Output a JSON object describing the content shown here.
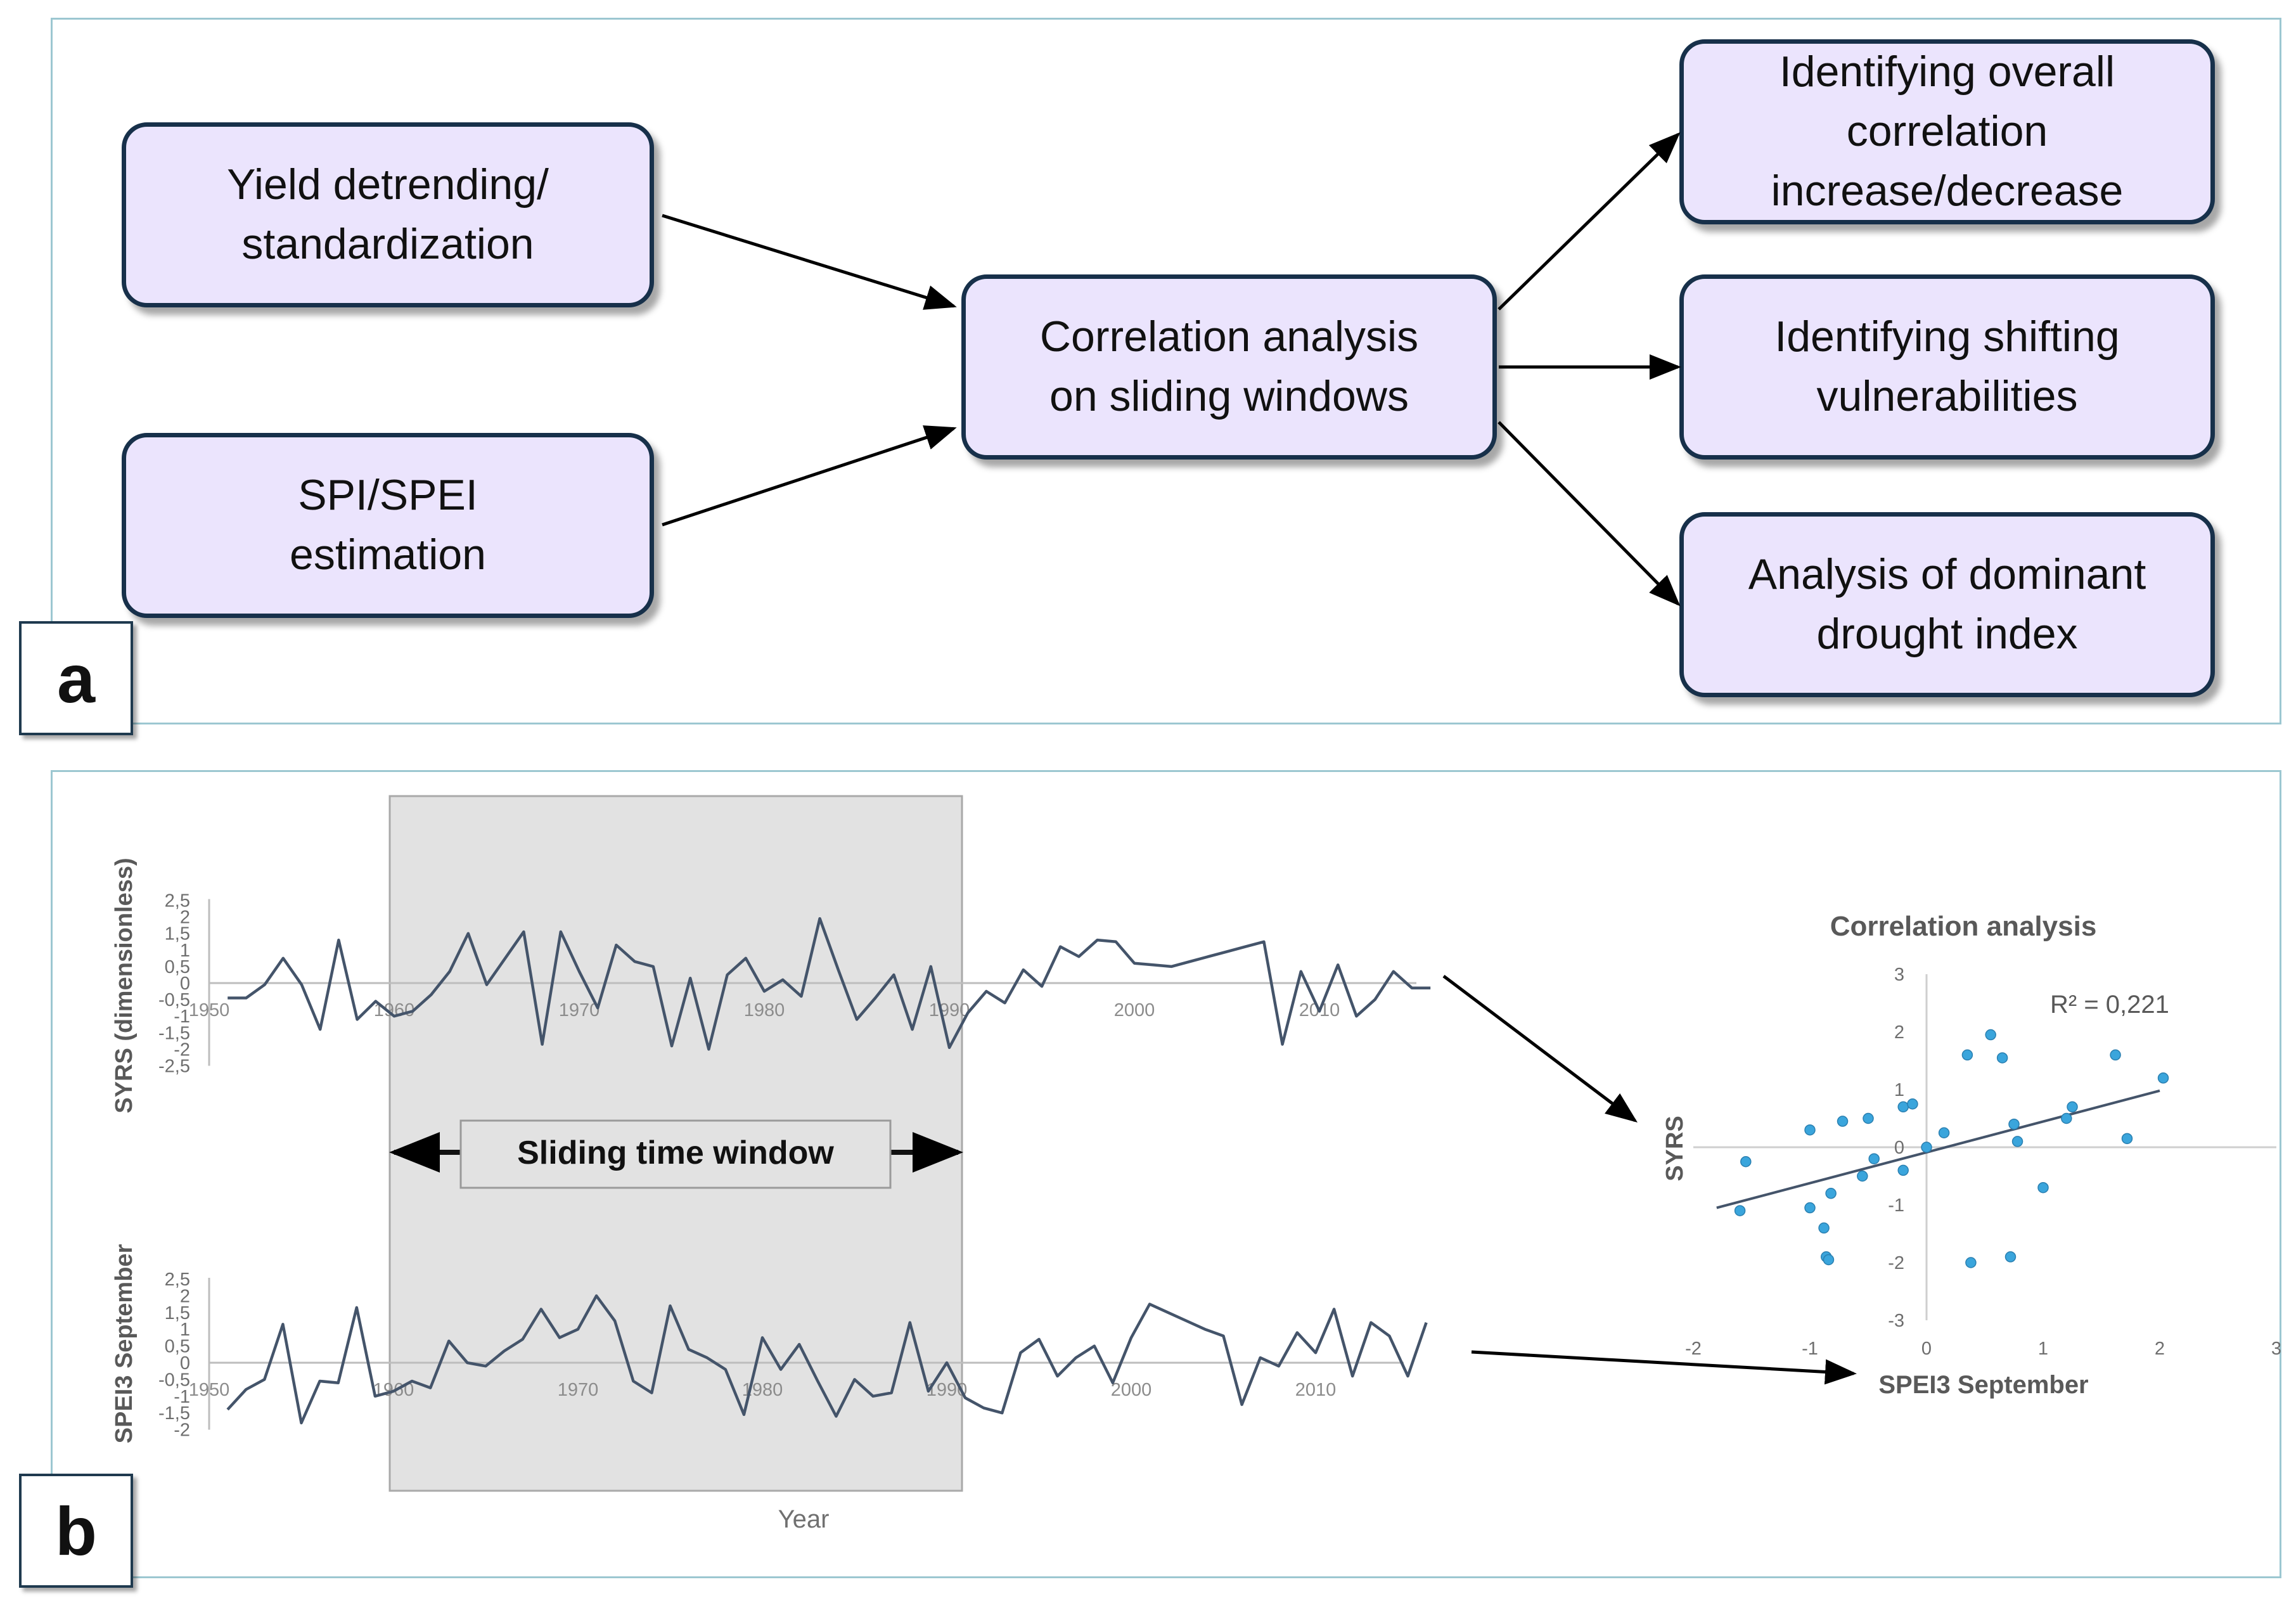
{
  "panel_a": {
    "label": "a",
    "boxes": {
      "yield": "Yield detrending/\nstandardization",
      "spi": "SPI/SPEI\nestimation",
      "corr": "Correlation analysis\non sliding windows",
      "overall": "Identifying overall\ncorrelation\nincrease/decrease",
      "shifting": "Identifying shifting\nvulnerabilities",
      "dominant": "Analysis of dominant\ndrought index"
    }
  },
  "panel_b": {
    "label": "b",
    "sliding_window_label": "Sliding time window",
    "x_axis_label": "Year"
  },
  "chart_data": [
    {
      "type": "line",
      "ylabel": "SYRS (dimensionless)",
      "ylim": [
        -2.5,
        2.5
      ],
      "yticks": [
        "-2,5",
        "-2",
        "-1,5",
        "-1",
        "-0,5",
        "0",
        "0,5",
        "1",
        "1,5",
        "2",
        "2,5"
      ],
      "xticks": [
        "1950",
        "1960",
        "1970",
        "1980",
        "1990",
        "2000",
        "2010"
      ],
      "x": [
        1951,
        1952,
        1953,
        1954,
        1955,
        1956,
        1957,
        1958,
        1959,
        1960,
        1961,
        1962,
        1963,
        1964,
        1965,
        1966,
        1967,
        1968,
        1969,
        1970,
        1971,
        1972,
        1973,
        1974,
        1975,
        1976,
        1977,
        1978,
        1979,
        1980,
        1981,
        1982,
        1983,
        1984,
        1985,
        1986,
        1987,
        1988,
        1989,
        1990,
        1991,
        1992,
        1993,
        1994,
        1995,
        1996,
        1997,
        1998,
        1999,
        2000,
        2001,
        2002,
        2003,
        2004,
        2005,
        2006,
        2007,
        2008,
        2009,
        2010,
        2011,
        2012,
        2013,
        2014,
        2015,
        2016
      ],
      "values": [
        -0.45,
        -0.45,
        -0.05,
        0.75,
        -0.05,
        -1.4,
        1.3,
        -1.1,
        -0.55,
        -1.0,
        -0.85,
        -0.35,
        0.35,
        1.5,
        -0.05,
        0.75,
        1.55,
        -1.85,
        1.55,
        0.35,
        -0.75,
        1.15,
        0.65,
        0.5,
        -1.9,
        0.15,
        -2.0,
        0.25,
        0.75,
        -0.25,
        0.1,
        -0.4,
        1.95,
        0.4,
        -1.1,
        -0.45,
        0.25,
        -1.4,
        0.5,
        -1.95,
        -0.9,
        -0.25,
        -0.6,
        0.4,
        -0.1,
        1.1,
        0.8,
        1.3,
        1.25,
        0.6,
        0.55,
        0.5,
        0.65,
        0.8,
        0.95,
        1.1,
        1.25,
        -1.85,
        0.35,
        -0.85,
        0.55,
        -1.0,
        -0.5,
        0.35,
        -0.15,
        -0.15
      ]
    },
    {
      "type": "line",
      "ylabel": "SPEI3 September",
      "ylim": [
        -2,
        2.5
      ],
      "yticks": [
        "-2",
        "-1,5",
        "-1",
        "-0,5",
        "0",
        "0,5",
        "1",
        "1,5",
        "2",
        "2,5"
      ],
      "xticks": [
        "1950",
        "1960",
        "1970",
        "1980",
        "1990",
        "2000",
        "2010"
      ],
      "x": [
        1951,
        1952,
        1953,
        1954,
        1955,
        1956,
        1957,
        1958,
        1959,
        1960,
        1961,
        1962,
        1963,
        1964,
        1965,
        1966,
        1967,
        1968,
        1969,
        1970,
        1971,
        1972,
        1973,
        1974,
        1975,
        1976,
        1977,
        1978,
        1979,
        1980,
        1981,
        1982,
        1983,
        1984,
        1985,
        1986,
        1987,
        1988,
        1989,
        1990,
        1991,
        1992,
        1993,
        1994,
        1995,
        1996,
        1997,
        1998,
        1999,
        2000,
        2001,
        2002,
        2003,
        2004,
        2005,
        2006,
        2007,
        2008,
        2009,
        2010,
        2011,
        2012,
        2013,
        2014,
        2015,
        2016
      ],
      "values": [
        -1.4,
        -0.8,
        -0.5,
        1.15,
        -1.8,
        -0.55,
        -0.6,
        1.65,
        -1.0,
        -0.85,
        -0.55,
        -0.75,
        0.65,
        0.0,
        -0.1,
        0.35,
        0.7,
        1.6,
        0.75,
        1.0,
        2.0,
        1.25,
        -0.55,
        -0.9,
        1.7,
        0.4,
        0.15,
        -0.2,
        -1.55,
        0.75,
        -0.2,
        0.55,
        -0.55,
        -1.6,
        -0.5,
        -1.0,
        -0.9,
        1.2,
        -0.85,
        0.0,
        -1.05,
        -1.35,
        -1.5,
        0.3,
        0.7,
        -0.4,
        0.15,
        0.5,
        -0.6,
        0.75,
        1.75,
        1.5,
        1.25,
        1.0,
        0.8,
        -1.25,
        0.15,
        -0.1,
        0.9,
        0.3,
        1.6,
        -0.4,
        1.2,
        0.8,
        -0.4,
        1.2
      ]
    },
    {
      "type": "scatter",
      "title": "Correlation analysis",
      "xlabel": "SPEI3 September",
      "ylabel": "SYRS",
      "xlim": [
        -2,
        3
      ],
      "ylim": [
        -3,
        3
      ],
      "xticks": [
        "-2",
        "-1",
        "0",
        "1",
        "2",
        "3"
      ],
      "yticks": [
        "-3",
        "-2",
        "-1",
        "0",
        "1",
        "2",
        "3"
      ],
      "annotation": "R² = 0,221",
      "trendline": {
        "x": [
          -1.8,
          2.0
        ],
        "y": [
          -1.05,
          0.98
        ]
      },
      "points": [
        [
          -1.6,
          -1.1
        ],
        [
          -1.55,
          -0.25
        ],
        [
          -1.0,
          0.3
        ],
        [
          -1.0,
          -1.05
        ],
        [
          -0.88,
          -1.4
        ],
        [
          -0.86,
          -1.9
        ],
        [
          -0.84,
          -1.95
        ],
        [
          -0.82,
          -0.8
        ],
        [
          -0.72,
          0.45
        ],
        [
          -0.55,
          -0.5
        ],
        [
          -0.5,
          0.5
        ],
        [
          -0.45,
          -0.2
        ],
        [
          -0.2,
          0.7
        ],
        [
          -0.2,
          -0.4
        ],
        [
          -0.12,
          0.75
        ],
        [
          0.0,
          0.0
        ],
        [
          0.15,
          0.25
        ],
        [
          0.35,
          1.6
        ],
        [
          0.38,
          -2.0
        ],
        [
          0.55,
          1.95
        ],
        [
          0.65,
          1.55
        ],
        [
          0.72,
          -1.9
        ],
        [
          0.75,
          0.4
        ],
        [
          0.78,
          0.1
        ],
        [
          1.0,
          -0.7
        ],
        [
          1.2,
          0.5
        ],
        [
          1.25,
          0.7
        ],
        [
          1.62,
          1.6
        ],
        [
          1.72,
          0.15
        ],
        [
          2.03,
          1.2
        ]
      ]
    }
  ]
}
